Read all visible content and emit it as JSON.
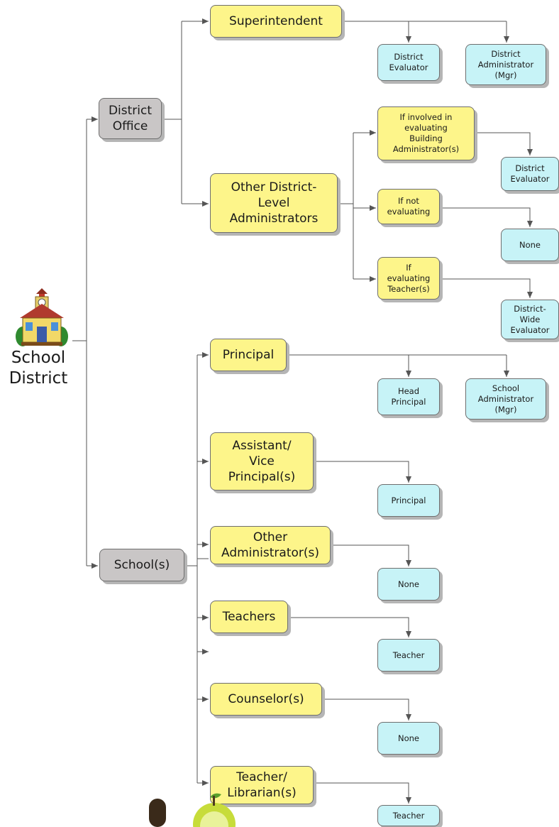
{
  "root": {
    "label": "School\nDistrict",
    "icon": "schoolhouse-icon"
  },
  "level1": {
    "district_office": "District\nOffice",
    "schools": "School(s)"
  },
  "district_roles": {
    "superintendent": "Superintendent",
    "other_admins": "Other District-\nLevel\nAdministrators"
  },
  "district_conditions": {
    "involved": "If involved in\nevaluating\nBuilding\nAdministrator(s)",
    "not_evaluating": "If not\nevaluating",
    "evaluating_teachers": "If\nevaluating\nTeacher(s)"
  },
  "school_roles": {
    "principal": "Principal",
    "assistant": "Assistant/\nVice\nPrincipal(s)",
    "other_admins": "Other\nAdministrator(s)",
    "teachers": "Teachers",
    "counselors": "Counselor(s)",
    "librarians": "Teacher/\nLibrarian(s)"
  },
  "outcomes": {
    "district_evaluator": "District\nEvaluator",
    "district_administrator": "District\nAdministrator\n(Mgr)",
    "district_evaluator_2": "District\nEvaluator",
    "none_1": "None",
    "district_wide_evaluator": "District-\nWide\nEvaluator",
    "head_principal": "Head\nPrincipal",
    "school_administrator": "School\nAdministrator\n(Mgr)",
    "principal": "Principal",
    "none_2": "None",
    "teacher_1": "Teacher",
    "none_3": "None",
    "teacher_2": "Teacher"
  },
  "colors": {
    "gray_box": "#c9c6c6",
    "yellow_box": "#fdf58a",
    "cyan_box": "#c7f3f7",
    "connector": "#555555"
  }
}
